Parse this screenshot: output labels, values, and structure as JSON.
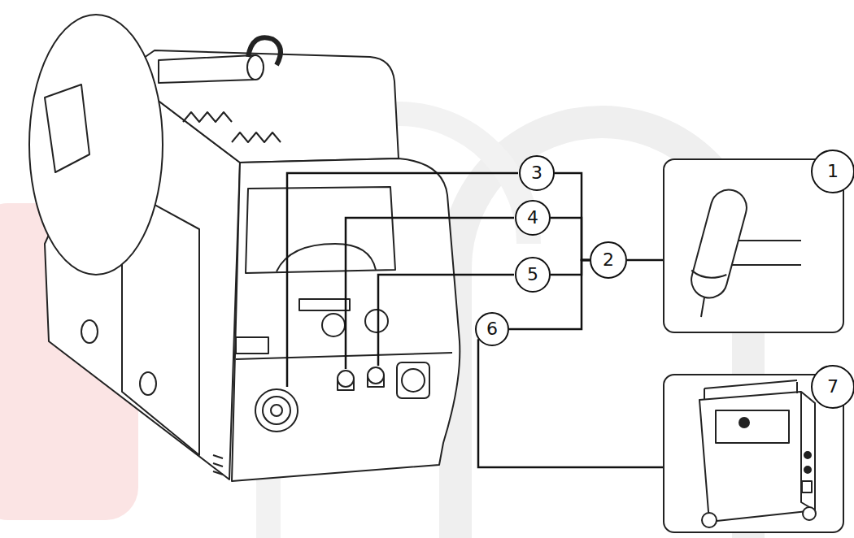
{
  "diagram": {
    "nodes": [
      {
        "text": [
          "3"
        ]
      },
      {
        "text": [
          "4"
        ]
      },
      {
        "text": [
          "5"
        ]
      },
      {
        "text": [
          "6"
        ]
      },
      {
        "text": [
          "2"
        ]
      },
      {
        "text": [
          "1"
        ]
      },
      {
        "text": [
          "7"
        ]
      }
    ],
    "edges": [
      {
        "from": 0,
        "to": 4,
        "arrow": "none"
      },
      {
        "from": 1,
        "to": 4,
        "arrow": "none"
      },
      {
        "from": 2,
        "to": 4,
        "arrow": "none"
      },
      {
        "from": 3,
        "to": 4,
        "arrow": "none"
      },
      {
        "from": 4,
        "to": 5,
        "arrow": "none"
      },
      {
        "from": 3,
        "to": 6,
        "arrow": "none"
      }
    ]
  }
}
